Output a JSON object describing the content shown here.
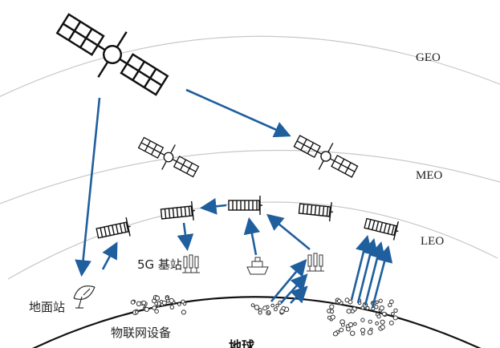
{
  "orbits": {
    "geo": "GEO",
    "meo": "MEO",
    "leo": "LEO"
  },
  "labels": {
    "base_station": "5G 基站",
    "ground_station": "地面站",
    "iot_devices": "物联网设备",
    "earth": "地球"
  },
  "colors": {
    "arrow": "#1f5f9e",
    "orbit_line": "#c8c8c8",
    "earth_outline": "#111111",
    "satellite": "#111111"
  }
}
